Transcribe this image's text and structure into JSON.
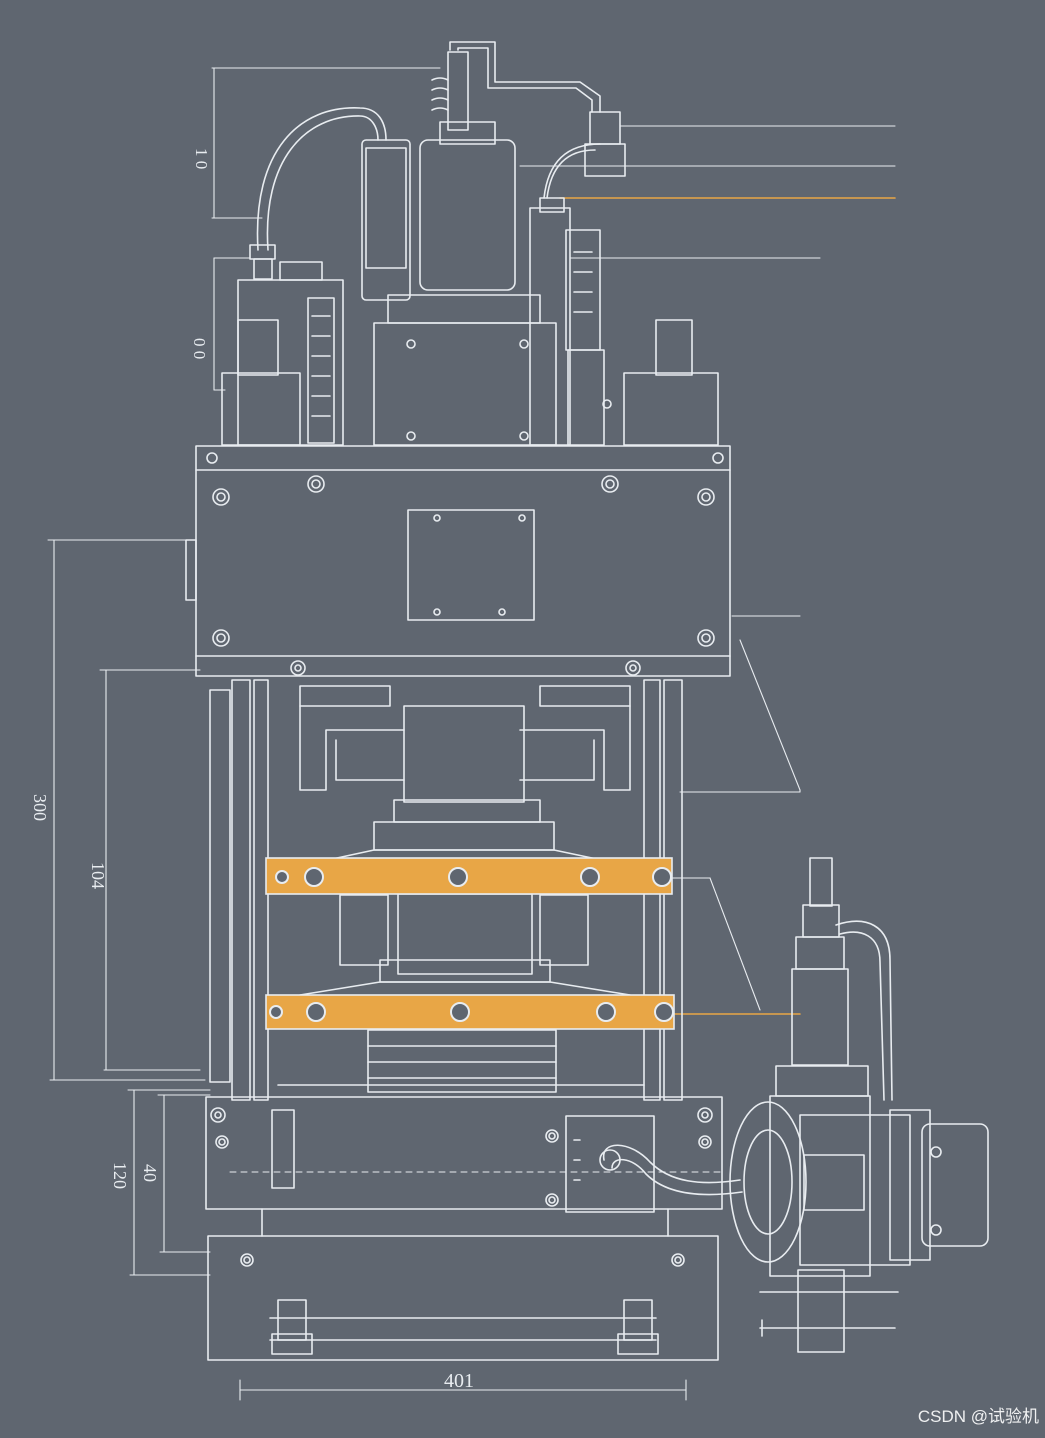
{
  "colors": {
    "background": "#5f6670",
    "line": "#e8ecf0",
    "accent_orange": "#e8a646"
  },
  "dimensions": {
    "top_upper": "1 0",
    "top_lower": "0 0",
    "left_outer": "300",
    "left_inner": "104",
    "bottom_left": "120",
    "bottom_left_inner": "40",
    "bottom_width": "401"
  },
  "watermark": "CSDN @试验机"
}
